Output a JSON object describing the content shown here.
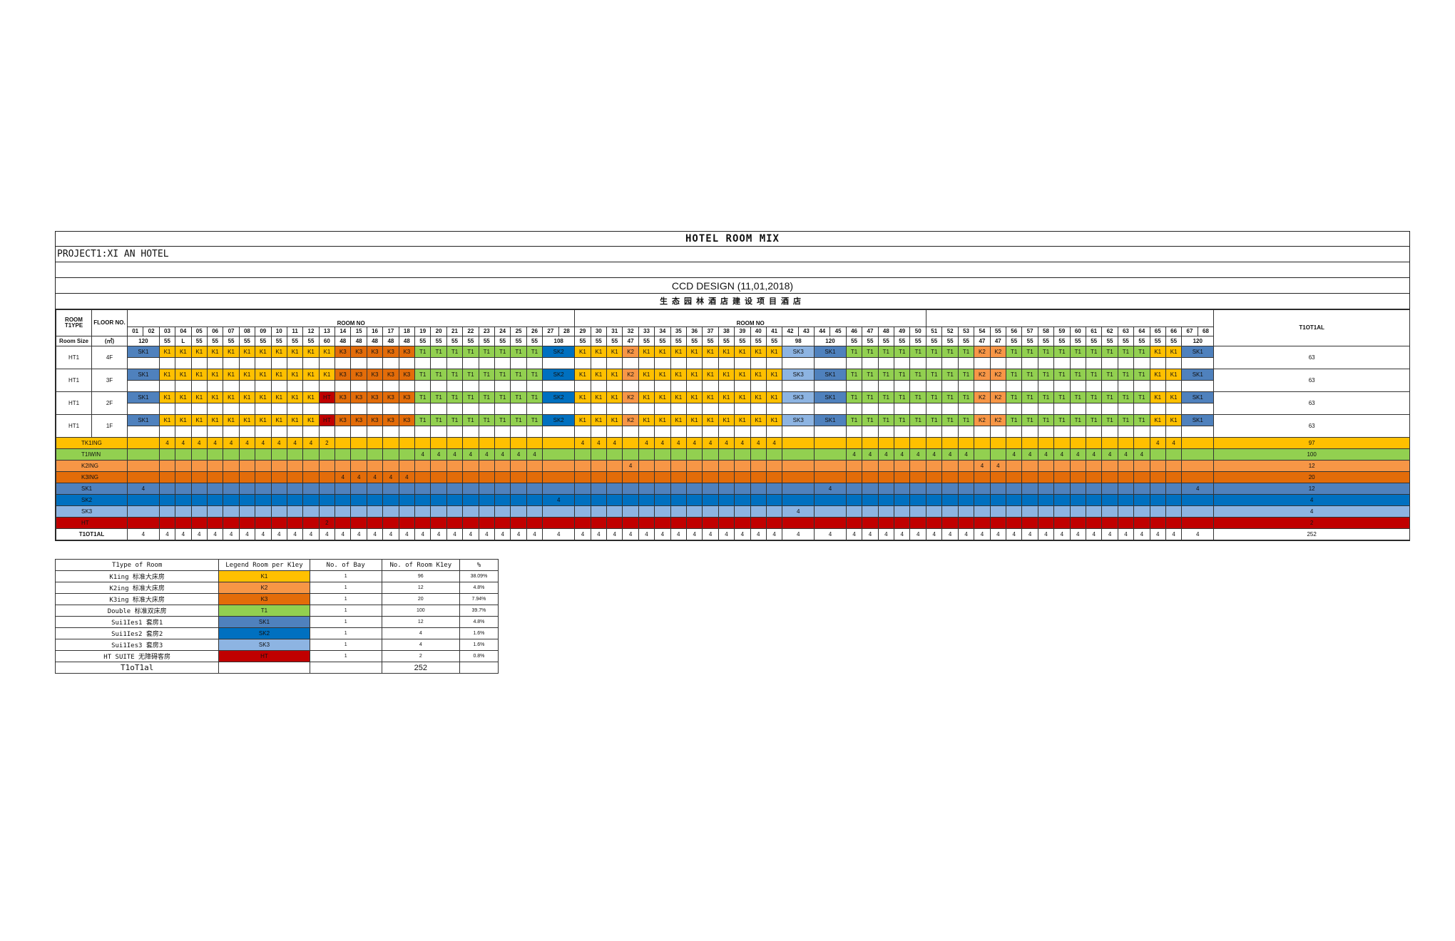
{
  "sheet": {
    "title": "HOTEL ROOM MIX",
    "project": "PROJECT1:XI AN  HOTEL",
    "design": "CCD DESIGN (11,01,2018)",
    "chinese_title": "生态园林酒店建设项目酒店",
    "headers": {
      "room_type": "ROOM T1YPE",
      "floor_no": "FLOOR NO.",
      "room_no": "ROOM NO",
      "room_size": "Room Size",
      "unit": "(㎡)",
      "total": "T1OT1AL"
    }
  },
  "colors": {
    "K1": "#ffc000",
    "K2": "#f79646",
    "K3": "#e36c09",
    "T1": "#92d050",
    "SK1": "#4f81bd",
    "SK2": "#0070c0",
    "SK3": "#8db4e2",
    "HT": "#c00000"
  },
  "columns": [
    {
      "no": [
        "01",
        "02"
      ],
      "size": "120"
    },
    {
      "no": [
        "03"
      ],
      "size": "55"
    },
    {
      "no": [
        "04"
      ],
      "size": "L"
    },
    {
      "no": [
        "05"
      ],
      "size": "55"
    },
    {
      "no": [
        "06"
      ],
      "size": "55"
    },
    {
      "no": [
        "07"
      ],
      "size": "55"
    },
    {
      "no": [
        "08"
      ],
      "size": "55"
    },
    {
      "no": [
        "09"
      ],
      "size": "55"
    },
    {
      "no": [
        "10"
      ],
      "size": "55"
    },
    {
      "no": [
        "11"
      ],
      "size": "55"
    },
    {
      "no": [
        "12"
      ],
      "size": "55"
    },
    {
      "no": [
        "13"
      ],
      "size": "60"
    },
    {
      "no": [
        "14"
      ],
      "size": "48"
    },
    {
      "no": [
        "15"
      ],
      "size": "48"
    },
    {
      "no": [
        "16"
      ],
      "size": "48"
    },
    {
      "no": [
        "17"
      ],
      "size": "48"
    },
    {
      "no": [
        "18"
      ],
      "size": "48"
    },
    {
      "no": [
        "19"
      ],
      "size": "55"
    },
    {
      "no": [
        "20"
      ],
      "size": "55"
    },
    {
      "no": [
        "21"
      ],
      "size": "55"
    },
    {
      "no": [
        "22"
      ],
      "size": "55"
    },
    {
      "no": [
        "23"
      ],
      "size": "55"
    },
    {
      "no": [
        "24"
      ],
      "size": "55"
    },
    {
      "no": [
        "25"
      ],
      "size": "55"
    },
    {
      "no": [
        "26"
      ],
      "size": "55"
    },
    {
      "no": [
        "27",
        "28"
      ],
      "size": "108"
    },
    {
      "no": [
        "29"
      ],
      "size": "55"
    },
    {
      "no": [
        "30"
      ],
      "size": "55"
    },
    {
      "no": [
        "31"
      ],
      "size": "55"
    },
    {
      "no": [
        "32"
      ],
      "size": "47"
    },
    {
      "no": [
        "33"
      ],
      "size": "55"
    },
    {
      "no": [
        "34"
      ],
      "size": "55"
    },
    {
      "no": [
        "35"
      ],
      "size": "55"
    },
    {
      "no": [
        "36"
      ],
      "size": "55"
    },
    {
      "no": [
        "37"
      ],
      "size": "55"
    },
    {
      "no": [
        "38"
      ],
      "size": "55"
    },
    {
      "no": [
        "39"
      ],
      "size": "55"
    },
    {
      "no": [
        "40"
      ],
      "size": "55"
    },
    {
      "no": [
        "41"
      ],
      "size": "55"
    },
    {
      "no": [
        "42",
        "43"
      ],
      "size": "98"
    },
    {
      "no": [
        "44",
        "45"
      ],
      "size": "120"
    },
    {
      "no": [
        "46"
      ],
      "size": "55"
    },
    {
      "no": [
        "47"
      ],
      "size": "55"
    },
    {
      "no": [
        "48"
      ],
      "size": "55"
    },
    {
      "no": [
        "49"
      ],
      "size": "55"
    },
    {
      "no": [
        "50"
      ],
      "size": "55"
    },
    {
      "no": [
        "51"
      ],
      "size": "55"
    },
    {
      "no": [
        "52"
      ],
      "size": "55"
    },
    {
      "no": [
        "53"
      ],
      "size": "55"
    },
    {
      "no": [
        "54"
      ],
      "size": "47"
    },
    {
      "no": [
        "55"
      ],
      "size": "47"
    },
    {
      "no": [
        "56"
      ],
      "size": "55"
    },
    {
      "no": [
        "57"
      ],
      "size": "55"
    },
    {
      "no": [
        "58"
      ],
      "size": "55"
    },
    {
      "no": [
        "59"
      ],
      "size": "55"
    },
    {
      "no": [
        "60"
      ],
      "size": "55"
    },
    {
      "no": [
        "61"
      ],
      "size": "55"
    },
    {
      "no": [
        "62"
      ],
      "size": "55"
    },
    {
      "no": [
        "63"
      ],
      "size": "55"
    },
    {
      "no": [
        "64"
      ],
      "size": "55"
    },
    {
      "no": [
        "65"
      ],
      "size": "55"
    },
    {
      "no": [
        "66"
      ],
      "size": "55"
    },
    {
      "no": [
        "67",
        "68"
      ],
      "size": "120"
    }
  ],
  "floors": [
    {
      "type": "HT1",
      "floor": "4F",
      "total": "63",
      "cells": [
        "SK1",
        "K1",
        "K1",
        "K1",
        "K1",
        "K1",
        "K1",
        "K1",
        "K1",
        "K1",
        "K1",
        "K1",
        "K3",
        "K3",
        "K3",
        "K3",
        "K3",
        "T1",
        "T1",
        "T1",
        "T1",
        "T1",
        "T1",
        "T1",
        "T1",
        "SK2",
        "K1",
        "K1",
        "K1",
        "K2",
        "K1",
        "K1",
        "K1",
        "K1",
        "K1",
        "K1",
        "K1",
        "K1",
        "K1",
        "SK3",
        "SK1",
        "T1",
        "T1",
        "T1",
        "T1",
        "T1",
        "T1",
        "T1",
        "T1",
        "K2",
        "K2",
        "T1",
        "T1",
        "T1",
        "T1",
        "T1",
        "T1",
        "T1",
        "T1",
        "T1",
        "K1",
        "K1",
        "SK1"
      ]
    },
    {
      "type": "HT1",
      "floor": "3F",
      "total": "63",
      "cells": [
        "SK1",
        "K1",
        "K1",
        "K1",
        "K1",
        "K1",
        "K1",
        "K1",
        "K1",
        "K1",
        "K1",
        "K1",
        "K3",
        "K3",
        "K3",
        "K3",
        "K3",
        "T1",
        "T1",
        "T1",
        "T1",
        "T1",
        "T1",
        "T1",
        "T1",
        "SK2",
        "K1",
        "K1",
        "K1",
        "K2",
        "K1",
        "K1",
        "K1",
        "K1",
        "K1",
        "K1",
        "K1",
        "K1",
        "K1",
        "SK3",
        "SK1",
        "T1",
        "T1",
        "T1",
        "T1",
        "T1",
        "T1",
        "T1",
        "T1",
        "K2",
        "K2",
        "T1",
        "T1",
        "T1",
        "T1",
        "T1",
        "T1",
        "T1",
        "T1",
        "T1",
        "K1",
        "K1",
        "SK1"
      ]
    },
    {
      "type": "HT1",
      "floor": "2F",
      "total": "63",
      "cells": [
        "SK1",
        "K1",
        "K1",
        "K1",
        "K1",
        "K1",
        "K1",
        "K1",
        "K1",
        "K1",
        "K1",
        "HT",
        "K3",
        "K3",
        "K3",
        "K3",
        "K3",
        "T1",
        "T1",
        "T1",
        "T1",
        "T1",
        "T1",
        "T1",
        "T1",
        "SK2",
        "K1",
        "K1",
        "K1",
        "K2",
        "K1",
        "K1",
        "K1",
        "K1",
        "K1",
        "K1",
        "K1",
        "K1",
        "K1",
        "SK3",
        "SK1",
        "T1",
        "T1",
        "T1",
        "T1",
        "T1",
        "T1",
        "T1",
        "T1",
        "K2",
        "K2",
        "T1",
        "T1",
        "T1",
        "T1",
        "T1",
        "T1",
        "T1",
        "T1",
        "T1",
        "K1",
        "K1",
        "SK1"
      ]
    },
    {
      "type": "HT1",
      "floor": "1F",
      "total": "63",
      "cells": [
        "SK1",
        "K1",
        "K1",
        "K1",
        "K1",
        "K1",
        "K1",
        "K1",
        "K1",
        "K1",
        "K1",
        "HT",
        "K3",
        "K3",
        "K3",
        "K3",
        "K3",
        "T1",
        "T1",
        "T1",
        "T1",
        "T1",
        "T1",
        "T1",
        "T1",
        "SK2",
        "K1",
        "K1",
        "K1",
        "K2",
        "K1",
        "K1",
        "K1",
        "K1",
        "K1",
        "K1",
        "K1",
        "K1",
        "K1",
        "SK3",
        "SK1",
        "T1",
        "T1",
        "T1",
        "T1",
        "T1",
        "T1",
        "T1",
        "T1",
        "K2",
        "K2",
        "T1",
        "T1",
        "T1",
        "T1",
        "T1",
        "T1",
        "T1",
        "T1",
        "T1",
        "K1",
        "K1",
        "SK1"
      ]
    }
  ],
  "summary": [
    {
      "label": "TK1ING",
      "code": "K1",
      "total": "97"
    },
    {
      "label": "T1IWIN",
      "code": "T1",
      "total": "100"
    },
    {
      "label": "K2ING",
      "code": "K2",
      "total": "12"
    },
    {
      "label": "K3ING",
      "code": "K3",
      "total": "20"
    },
    {
      "label": "SK1",
      "code": "SK1",
      "total": "12"
    },
    {
      "label": "SK2",
      "code": "SK2",
      "total": "4"
    },
    {
      "label": "SK3",
      "code": "SK3",
      "total": "4"
    },
    {
      "label": "HT",
      "code": "HT",
      "total": "2"
    }
  ],
  "totals": {
    "label": "T1OT1AL",
    "column_value": "4",
    "grand": "252"
  },
  "legend": {
    "headers": [
      "T1ype of Room",
      "Legend Room per K1ey",
      "No. of Bay",
      "No. of Room K1ey",
      "%"
    ],
    "rows": [
      {
        "name": "K1ing 标准大床房",
        "code": "K1",
        "bay": "1",
        "rooms": "96",
        "pct": "38.09%"
      },
      {
        "name": "K2ing 标准大床房",
        "code": "K2",
        "bay": "1",
        "rooms": "12",
        "pct": "4.8%"
      },
      {
        "name": "K3ing 标准大床房",
        "code": "K3",
        "bay": "1",
        "rooms": "20",
        "pct": "7.94%"
      },
      {
        "name": "Double 标准双床房",
        "code": "T1",
        "bay": "1",
        "rooms": "100",
        "pct": "39.7%"
      },
      {
        "name": "Sui1Ies1 套房1",
        "code": "SK1",
        "bay": "1",
        "rooms": "12",
        "pct": "4.8%"
      },
      {
        "name": "Sui1Ies2 套房2",
        "code": "SK2",
        "bay": "1",
        "rooms": "4",
        "pct": "1.6%"
      },
      {
        "name": "Sui1Ies3 套房3",
        "code": "SK3",
        "bay": "1",
        "rooms": "4",
        "pct": "1.6%"
      },
      {
        "name": "HT SUITE 无障碍客房",
        "code": "HT",
        "bay": "1",
        "rooms": "2",
        "pct": "0.8%"
      }
    ],
    "total_label": "T1oT1al",
    "total_rooms": "252"
  }
}
